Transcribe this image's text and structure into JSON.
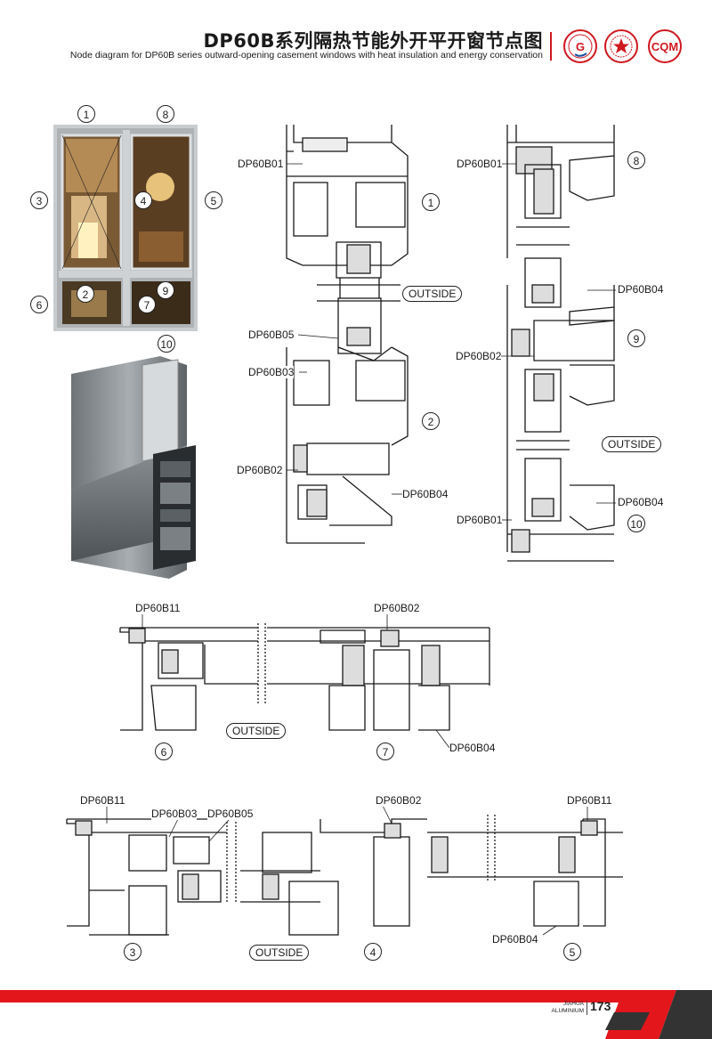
{
  "header": {
    "title_cn": "DP60B系列隔热节能外开平开窗节点图",
    "title_en": "Node diagram for DP60B series outward-opening casement windows with heat insulation and energy conservation",
    "logos": [
      "gs-logo",
      "star-seal-logo",
      "cqm-logo"
    ],
    "cqm_text": "CQM"
  },
  "photo_callouts": [
    "1",
    "8",
    "3",
    "4",
    "5",
    "2",
    "9",
    "6",
    "7",
    "10"
  ],
  "diagram_vertical_left": {
    "labels": [
      "DP60B01",
      "DP60B05",
      "DP60B03",
      "DP60B02",
      "DP60B04"
    ],
    "numbers": [
      "1",
      "2"
    ],
    "outside": "OUTSIDE"
  },
  "diagram_vertical_right": {
    "labels": [
      "DP60B01",
      "DP60B04",
      "DP60B02",
      "DP60B01",
      "DP60B04"
    ],
    "numbers": [
      "8",
      "9",
      "10"
    ],
    "outside": "OUTSIDE"
  },
  "diagram_horizontal_mid": {
    "labels": [
      "DP60B11",
      "DP60B02",
      "DP60B04"
    ],
    "numbers": [
      "6",
      "7"
    ],
    "outside": "OUTSIDE"
  },
  "diagram_horizontal_bottom": {
    "labels": [
      "DP60B11",
      "DP60B03",
      "DP60B05",
      "DP60B02",
      "DP60B11",
      "DP60B04"
    ],
    "numbers": [
      "3",
      "4",
      "5"
    ],
    "outside": "OUTSIDE"
  },
  "footer": {
    "brand_line1": "JIAHUA",
    "brand_line2": "ALUMINIUM",
    "page_number": "173",
    "accent_color": "#e3161c",
    "dark_color": "#333333"
  }
}
